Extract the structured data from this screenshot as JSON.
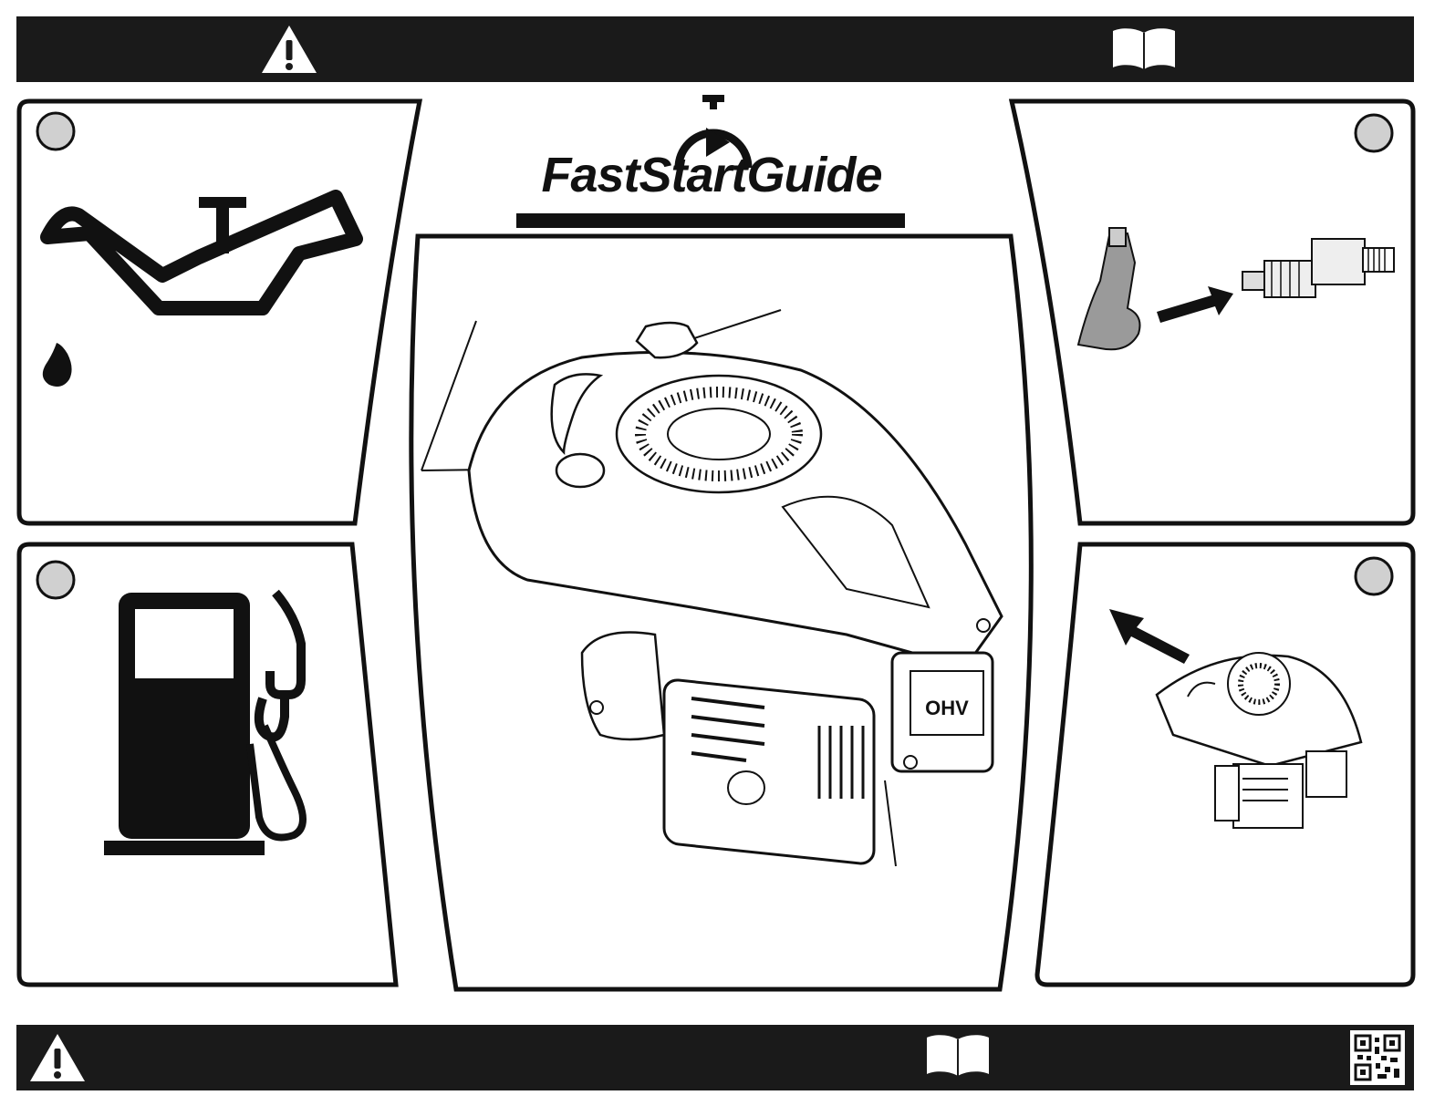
{
  "header": {
    "title": "FastStartGuide",
    "icons": [
      "warning-icon",
      "manual-book-icon"
    ]
  },
  "footer": {
    "icons": [
      "warning-icon",
      "manual-book-icon",
      "qr-code-icon"
    ]
  },
  "panels": {
    "oil": {
      "icon": "oil-can-icon"
    },
    "fuel": {
      "icon": "fuel-pump-icon"
    },
    "spark_plug": {
      "icon": "spark-plug-icon"
    },
    "pull_start": {
      "icon": "engine-pull-cord-icon"
    },
    "engine": {
      "icon": "engine-illustration",
      "badge": "OHV"
    }
  },
  "colors": {
    "bar": "#1a1a1a",
    "step_circle": "#d0d0d0",
    "line": "#111111"
  }
}
